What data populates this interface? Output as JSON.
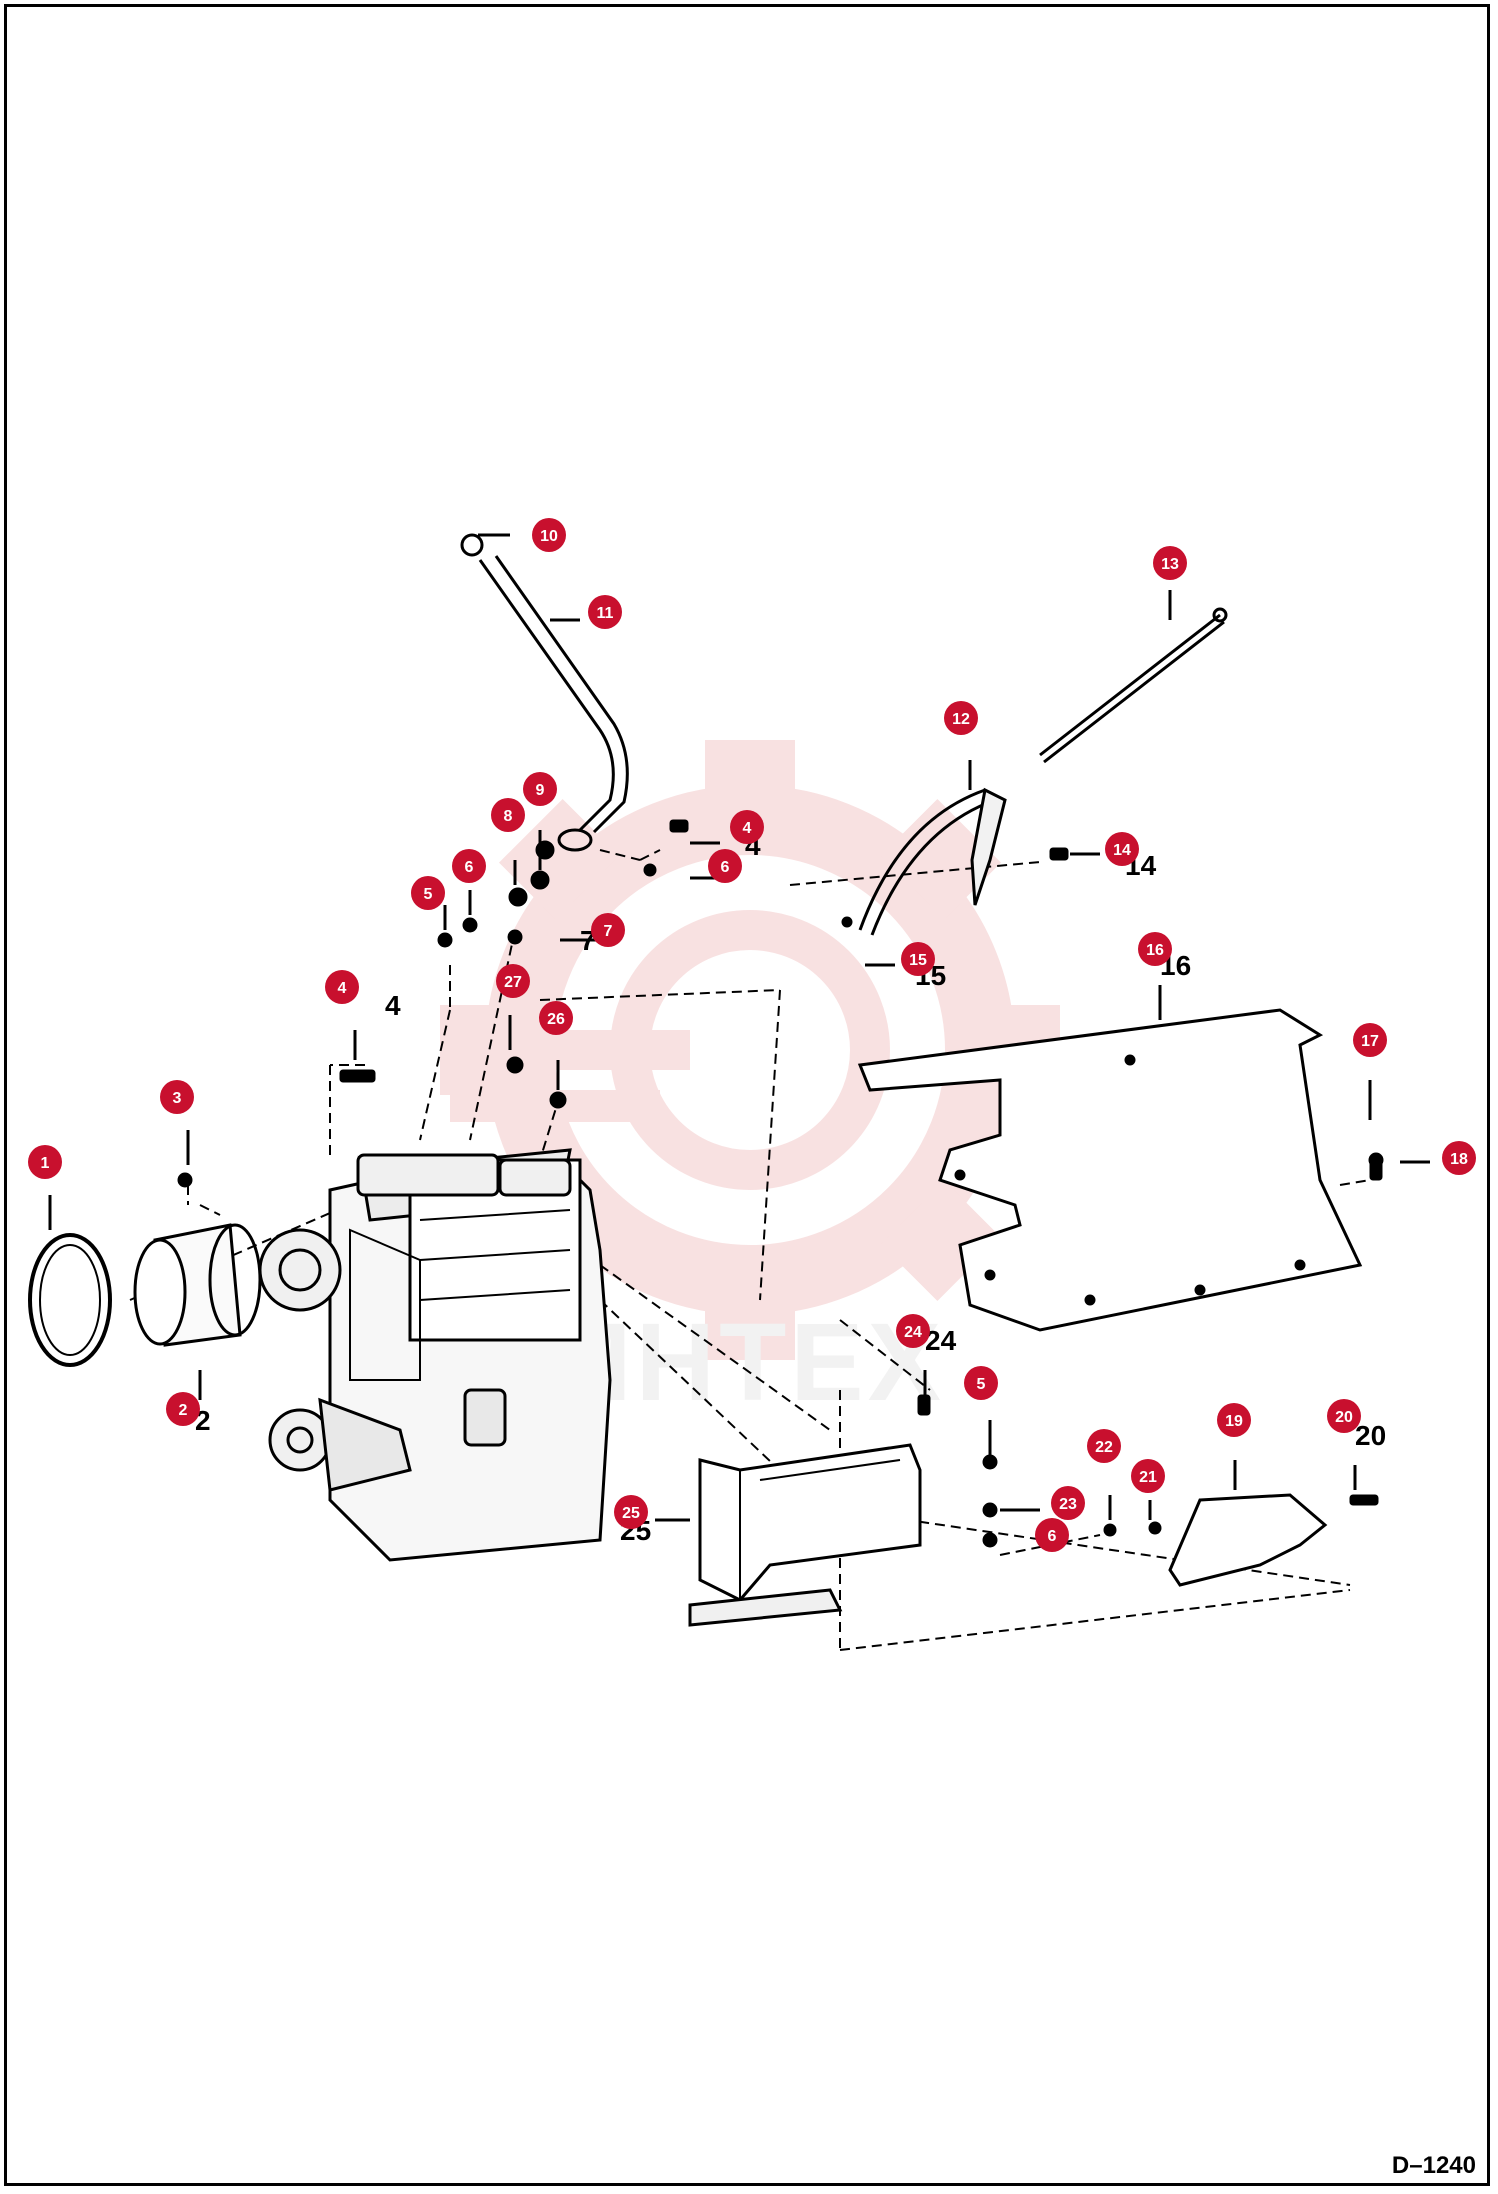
{
  "diagram_code": "D–1240",
  "watermark_text": "MHTEX",
  "accent_color": "#c8102e",
  "callouts": [
    "1",
    "2",
    "3",
    "4",
    "4",
    "5",
    "5",
    "6",
    "6",
    "6",
    "7",
    "8",
    "9",
    "10",
    "11",
    "12",
    "13",
    "14",
    "15",
    "16",
    "17",
    "18",
    "19",
    "20",
    "21",
    "22",
    "23",
    "24",
    "25",
    "26",
    "27"
  ]
}
